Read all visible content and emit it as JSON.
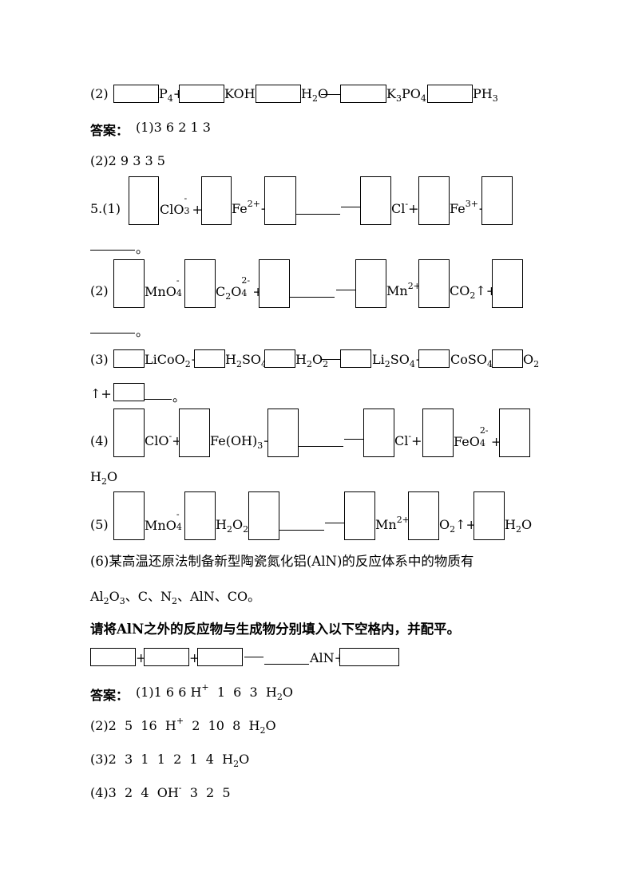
{
  "q2_top": {
    "label": "(2)",
    "terms": [
      "P",
      "4",
      "+",
      "KOH+",
      "H",
      "2",
      "O",
      "K",
      "3",
      "PO",
      "4",
      "+",
      "PH",
      "3"
    ]
  },
  "answer1": {
    "heading": "答案：",
    "line1": "(1)3  6  2  1  3",
    "line2": "(2)2  9  3  3  5"
  },
  "q5": {
    "label": "5.(1)",
    "p1": {
      "clo": "ClO",
      "minus": "-",
      "three": "3",
      "plus": "+",
      "fe": "Fe",
      "fe_charge": "2+",
      "plus2": "+",
      "cl": "Cl",
      "cl_charge": "-",
      "plus3": "+",
      "fe3": "Fe",
      "fe3_charge": "3+",
      "plus4": "+"
    },
    "p1_end": "。",
    "p2": {
      "label": "(2)",
      "mno": "MnO",
      "minus": "-",
      "four": "4",
      "plus": "+",
      "c2o": "C",
      "c2o_sub": "2",
      "o": "O",
      "charge": "2-",
      "four2": "4",
      "plus2": "+",
      "mn": "Mn",
      "mn_charge": "2+",
      "plus3": "+",
      "co": "CO",
      "co_sub": "2",
      "arrow": "↑",
      "plus4": "+"
    },
    "p2_end": "。",
    "p3": {
      "label": "(3)",
      "lico": "LiCoO",
      "lico_sub": "2",
      "plus": "+",
      "h2so": "H",
      "h_sub": "2",
      "so": "SO",
      "so_sub": "4",
      "plus2": "+",
      "h2o2": "H",
      "h2_sub": "2",
      "o2": "O",
      "o2_sub": "2",
      "li": "Li",
      "li_sub": "2",
      "so2": "SO",
      "so2_sub": "4",
      "plus3": "+",
      "coso": "CoSO",
      "coso_sub": "4",
      "plus4": "+",
      "o": "O",
      "o_sub": "2",
      "arrow": "↑",
      "plus5": "+",
      "end": "。"
    },
    "p4": {
      "label": "(4)",
      "clo": "ClO",
      "clo_charge": "-",
      "plus": "+",
      "feoh": "Fe(OH)",
      "feoh_sub": "3",
      "plus2": "+",
      "cl": "Cl",
      "cl_charge": "-",
      "plus3": "+",
      "feo": "FeO",
      "feo_charge": "2-",
      "feo_sub": "4",
      "plus4": "+",
      "h2o": "H",
      "h2o_sub": "2",
      "h2o_o": "O"
    },
    "p5": {
      "label": "(5)",
      "mno": "MnO",
      "minus": "-",
      "four": "4",
      "plus": "+",
      "h2o2": "H",
      "h_sub": "2",
      "o": "O",
      "o_sub": "2",
      "plus2": "+",
      "mn": "Mn",
      "mn_charge": "2+",
      "plus3": "+",
      "o2": "O",
      "o2_sub": "2",
      "arrow": "↑",
      "plus4": "+",
      "h2o": "H",
      "h2o_sub": "2",
      "h2o_o": "O"
    },
    "p6": {
      "text1": "(6)某高温还原法制备新型陶瓷氮化铝(AlN)的反应体系中的物质有",
      "text2a": "Al",
      "text2b": "2",
      "text2c": "O",
      "text2d": "3",
      "text2e": "、C、N",
      "text2f": "2",
      "text2g": "、AlN、CO。",
      "text3": "请将AlN之外的反应物与生成物分别填入以下空格内，并配平。",
      "plus1": "+",
      "plus2": "+",
      "aln": "AlN+"
    }
  },
  "answer2": {
    "heading": "答案：",
    "a1": "(1)1  6  6  H",
    "a1_charge": "+",
    "a1b": "  1  6  3  H",
    "a1_sub": "2",
    "a1_o": "O",
    "a2": "(2)2  5  16  H",
    "a2_charge": "+",
    "a2b": "  2  10  8  H",
    "a2_sub": "2",
    "a2_o": "O",
    "a3": "(3)2  3  1  1  2  1  4  H",
    "a3_sub": "2",
    "a3_o": "O",
    "a4": "(4)3  2  4  OH",
    "a4_charge": "-",
    "a4b": "  3  2  5"
  }
}
